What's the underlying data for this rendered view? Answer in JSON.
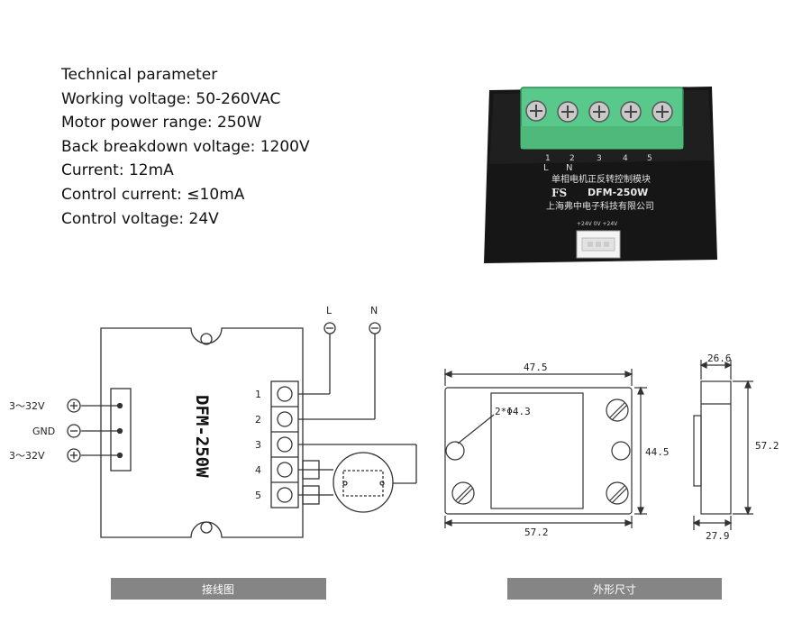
{
  "parameters": {
    "heading": "Technical parameter",
    "lines": [
      "Working voltage: 50-260VAC",
      "Motor power range: 250W",
      "Back breakdown voltage: 1200V",
      "Current: 12mA",
      "Control current: ≤10mA",
      "Control voltage: 24V"
    ]
  },
  "photo": {
    "label_line1": "单相电机正反转控制模块",
    "brand": "FS",
    "model": "DFM-250W",
    "label_line3": "上海弗中电子科技有限公司",
    "terminal_letters": [
      "L",
      "N"
    ],
    "terminal_numbers": [
      "1",
      "2",
      "3",
      "4",
      "5"
    ],
    "connector_label": "+24V  0V  +24V"
  },
  "wiring": {
    "module_name": "DFM-250W",
    "left_labels": [
      "3～32V",
      "GND",
      "3～32V"
    ],
    "terminal_numbers": [
      "1",
      "2",
      "3",
      "4",
      "5"
    ],
    "line_labels": [
      "L",
      "N"
    ],
    "caption": "接线图"
  },
  "dimensions": {
    "top_width": "47.5",
    "hole_label": "2*Φ4.3",
    "height": "44.5",
    "bottom_width": "57.2",
    "side_top": "26.6",
    "side_height": "57.2",
    "side_bottom": "27.9",
    "caption": "外形尺寸"
  },
  "colors": {
    "terminal_green": "#5fd08a",
    "module_black": "#1a1a1a",
    "caption_bar": "#858585"
  }
}
